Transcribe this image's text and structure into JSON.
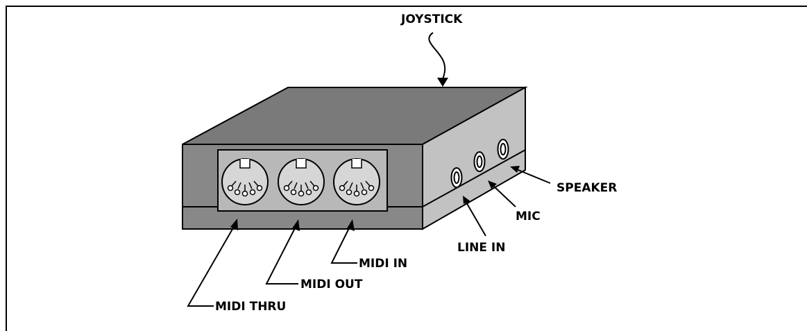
{
  "labels": {
    "joystick": "JOYSTICK",
    "speaker": "SPEAKER",
    "mic": "MIC",
    "line_in": "LINE IN",
    "midi_in": "MIDI IN",
    "midi_out": "MIDI OUT",
    "midi_thru": "MIDI THRU"
  },
  "colors": {
    "front_face": "#888888",
    "top_face": "#7a7a7a",
    "side_face": "#c2c2c2",
    "connector_panel": "#b8b8b8",
    "connector_face": "#d6d6d6",
    "outline": "#000000"
  }
}
